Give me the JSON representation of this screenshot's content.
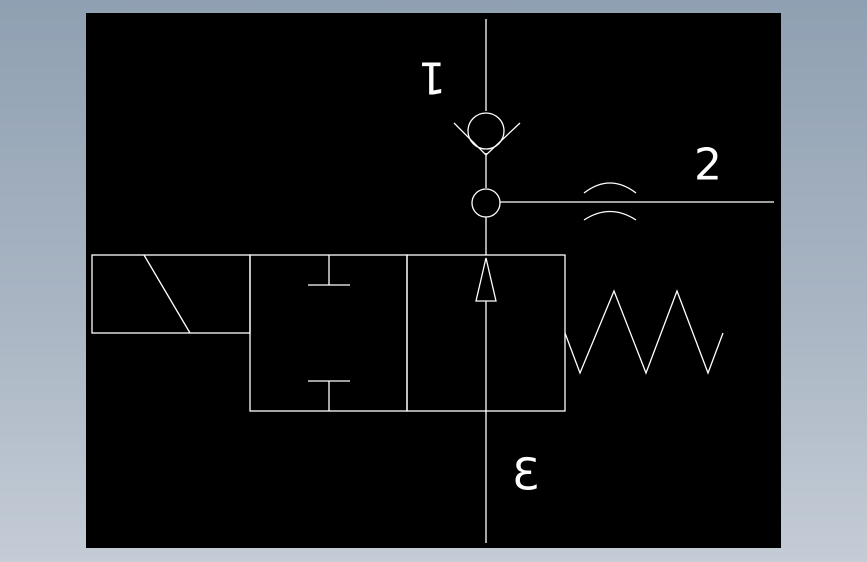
{
  "diagram": {
    "port_labels": {
      "port_1": "1",
      "port_2": "2",
      "port_3": "3"
    },
    "colors": {
      "background_frame": "#a2afbf",
      "drawing_background": "#000000",
      "line": "#ffffff"
    }
  }
}
